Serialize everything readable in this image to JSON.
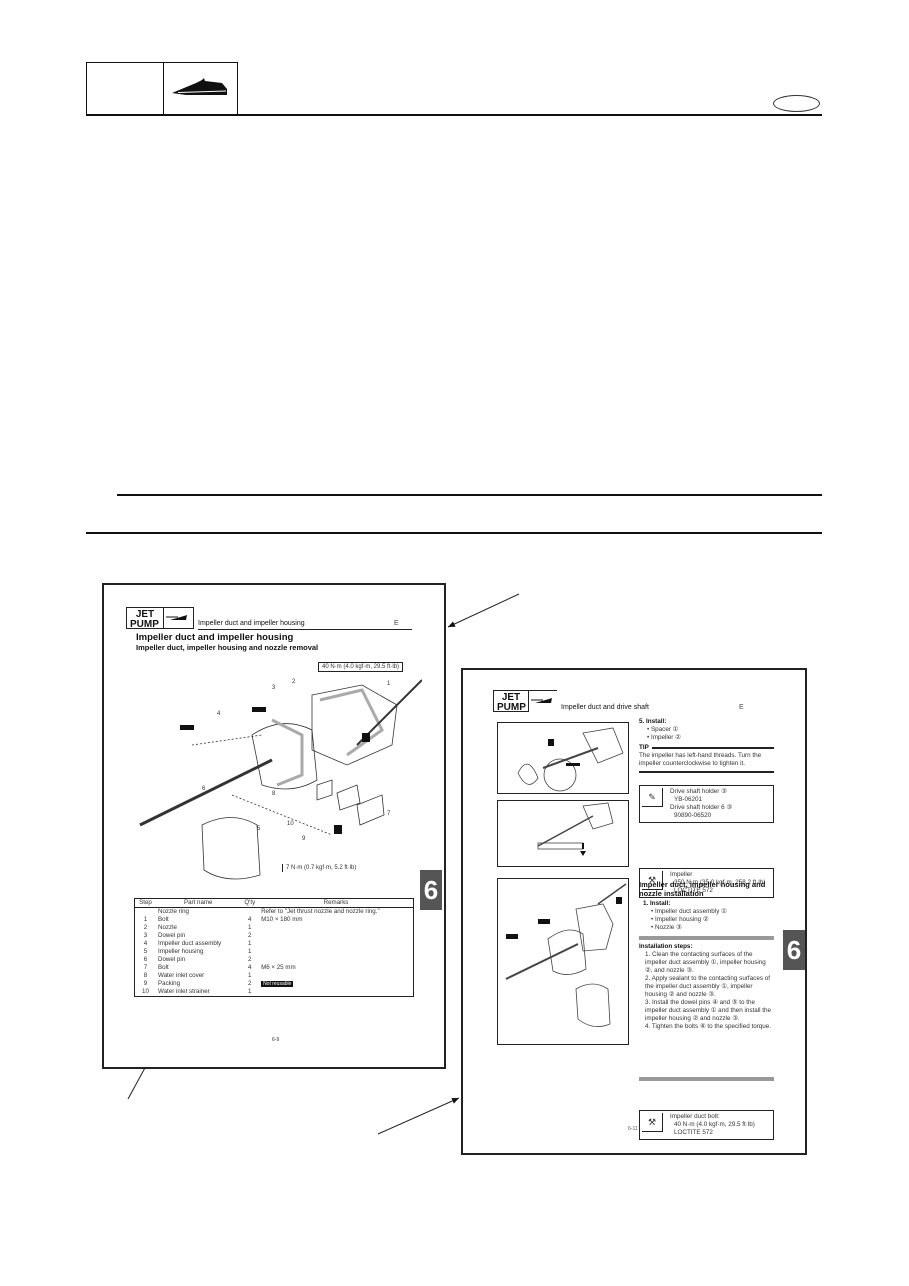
{
  "header": {
    "section_box_label": "",
    "icon": "jet-ski-icon",
    "language_oval": ""
  },
  "left_page": {
    "header": {
      "section_line1": "JET",
      "section_line2": "PUMP",
      "running_title": "Impeller duct and impeller housing",
      "lang_code": "E"
    },
    "title": "Impeller duct and impeller housing",
    "subtitle": "Impeller duct, impeller housing and nozzle removal",
    "torque_top": "40 N·m (4.0 kgf·m, 29.5 ft·lb)",
    "torque_bottom": "7 N·m (0.7 kgf·m, 5.2 ft·lb)",
    "diagram_labels": [
      "1",
      "2",
      "3",
      "4",
      "5",
      "6",
      "7",
      "8",
      "9",
      "10"
    ],
    "table": {
      "columns": [
        "Step",
        "Part name",
        "Q'ty",
        "Remarks"
      ],
      "rows": [
        {
          "step": "",
          "part": "Nozzle ring",
          "qty": "",
          "remarks": "Refer to \"Jet thrust nozzle and nozzle ring.\""
        },
        {
          "step": "1",
          "part": "Bolt",
          "qty": "4",
          "remarks": "M10 × 180 mm"
        },
        {
          "step": "2",
          "part": "Nozzle",
          "qty": "1",
          "remarks": ""
        },
        {
          "step": "3",
          "part": "Dowel pin",
          "qty": "2",
          "remarks": ""
        },
        {
          "step": "4",
          "part": "Impeller duct assembly",
          "qty": "1",
          "remarks": ""
        },
        {
          "step": "5",
          "part": "Impeller housing",
          "qty": "1",
          "remarks": ""
        },
        {
          "step": "6",
          "part": "Dowel pin",
          "qty": "2",
          "remarks": ""
        },
        {
          "step": "7",
          "part": "Bolt",
          "qty": "4",
          "remarks": "M6 × 25 mm"
        },
        {
          "step": "8",
          "part": "Water inlet cover",
          "qty": "1",
          "remarks": ""
        },
        {
          "step": "9",
          "part": "Packing",
          "qty": "2",
          "remarks": "Not reusable"
        },
        {
          "step": "10",
          "part": "Water inlet strainer",
          "qty": "1",
          "remarks": ""
        }
      ]
    },
    "page_number": "6-9",
    "tab": "6"
  },
  "right_page": {
    "header": {
      "section_line1": "JET",
      "section_line2": "PUMP",
      "running_title": "Impeller duct and drive shaft",
      "lang_code": "E"
    },
    "step5": {
      "heading": "5. Install:",
      "items": [
        "Spacer ①",
        "Impeller ②"
      ]
    },
    "tip": {
      "label": "TIP",
      "text": "The impeller has left-hand threads. Turn the impeller counterclockwise to tighten it."
    },
    "tool_box": {
      "lines": [
        "Drive shaft holder ③",
        "YB-06201",
        "Drive shaft holder 6 ③",
        "90890-06520"
      ]
    },
    "torque_box1": {
      "lines": [
        "Impeller",
        "350 N·m (35.0 kgf·m, 258.2 ft·lb)",
        "LOCTITE 572"
      ]
    },
    "section2": {
      "title": "Impeller duct, impeller housing and nozzle installation",
      "heading": "1. Install:",
      "items": [
        "Impeller duct assembly ①",
        "Impeller housing ②",
        "Nozzle ③"
      ]
    },
    "installation_steps": {
      "title": "Installation steps:",
      "steps": [
        "1. Clean the contacting surfaces of the impeller duct assembly ①, impeller housing ②, and nozzle ③.",
        "2. Apply sealant to the contacting surfaces of the impeller duct assembly ①, impeller housing ② and nozzle ③.",
        "3. Install the dowel pins ④ and ⑤ to the impeller duct assembly ① and then install the impeller housing ② and nozzle ③.",
        "4. Tighten the bolts ⑥ to the specified torque."
      ]
    },
    "torque_box2": {
      "lines": [
        "Impeller duct bolt:",
        "40 N·m (4.0 kgf·m, 29.5 ft·lb)",
        "LOCTITE 572"
      ]
    },
    "page_number": "6-11",
    "tab": "6"
  }
}
